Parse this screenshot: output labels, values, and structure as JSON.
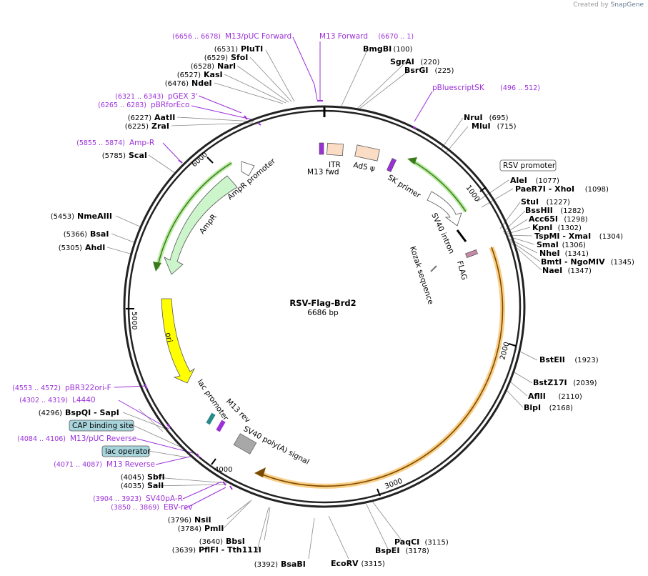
{
  "watermark": {
    "prefix": "Created by",
    "brand": "SnapGene"
  },
  "plasmid": {
    "name": "RSV-Flag-Brd2",
    "size": "6686 bp",
    "length": 6686
  },
  "ticks": [
    "1000",
    "2000",
    "3000",
    "4000",
    "5000",
    "6000"
  ],
  "enzymes": [
    {
      "name": "PluTI",
      "pos": "(6531)",
      "site": 6531
    },
    {
      "name": "SfoI",
      "pos": "(6529)",
      "site": 6529
    },
    {
      "name": "NarI",
      "pos": "(6528)",
      "site": 6528
    },
    {
      "name": "KasI",
      "pos": "(6527)",
      "site": 6527
    },
    {
      "name": "NdeI",
      "pos": "(6476)",
      "site": 6476
    },
    {
      "name": "AatII",
      "pos": "(6227)",
      "site": 6227
    },
    {
      "name": "ZraI",
      "pos": "(6225)",
      "site": 6225
    },
    {
      "name": "ScaI",
      "pos": "(5785)",
      "site": 5785
    },
    {
      "name": "NmeAIII",
      "pos": "(5453)",
      "site": 5453
    },
    {
      "name": "BsaI",
      "pos": "(5366)",
      "site": 5366
    },
    {
      "name": "AhdI",
      "pos": "(5305)",
      "site": 5305
    },
    {
      "name": "BspQI - SapI",
      "pos": "(4296)",
      "site": 4296
    },
    {
      "name": "SbfI",
      "pos": "(4045)",
      "site": 4045
    },
    {
      "name": "SalI",
      "pos": "(4035)",
      "site": 4035
    },
    {
      "name": "NsiI",
      "pos": "(3796)",
      "site": 3796
    },
    {
      "name": "PmlI",
      "pos": "(3784)",
      "site": 3784
    },
    {
      "name": "BbsI",
      "pos": "(3640)",
      "site": 3640
    },
    {
      "name": "PflFI - Tth111I",
      "pos": "(3639)",
      "site": 3639
    },
    {
      "name": "BsaBI",
      "pos": "(3392)",
      "site": 3392
    },
    {
      "name": "EcoRV",
      "pos": "(3315)",
      "site": 3315
    },
    {
      "name": "PaqCI",
      "pos": "(3115)",
      "site": 3115
    },
    {
      "name": "BspEI",
      "pos": "(3178)",
      "site": 3178
    },
    {
      "name": "BlpI",
      "pos": "(2168)",
      "site": 2168
    },
    {
      "name": "AflII",
      "pos": "(2110)",
      "site": 2110
    },
    {
      "name": "BstZ17I",
      "pos": "(2039)",
      "site": 2039
    },
    {
      "name": "BstEII",
      "pos": "(1923)",
      "site": 1923
    },
    {
      "name": "NaeI",
      "pos": "(1347)",
      "site": 1347
    },
    {
      "name": "BmtI - NgoMIV",
      "pos": "(1345)",
      "site": 1345
    },
    {
      "name": "NheI",
      "pos": "(1341)",
      "site": 1341
    },
    {
      "name": "SmaI",
      "pos": "(1306)",
      "site": 1306
    },
    {
      "name": "TspMI - XmaI",
      "pos": "(1304)",
      "site": 1304
    },
    {
      "name": "KpnI",
      "pos": "(1302)",
      "site": 1302
    },
    {
      "name": "Acc65I",
      "pos": "(1298)",
      "site": 1298
    },
    {
      "name": "BssHII",
      "pos": "(1282)",
      "site": 1282
    },
    {
      "name": "StuI",
      "pos": "(1227)",
      "site": 1227
    },
    {
      "name": "PaeR7I - XhoI",
      "pos": "(1098)",
      "site": 1098
    },
    {
      "name": "AleI",
      "pos": "(1077)",
      "site": 1077
    },
    {
      "name": "NruI",
      "pos": "(695)",
      "site": 695
    },
    {
      "name": "MluI",
      "pos": "(715)",
      "site": 715
    },
    {
      "name": "BmgBI",
      "pos": "(100)",
      "site": 100
    },
    {
      "name": "SgrAI",
      "pos": "(220)",
      "site": 220
    },
    {
      "name": "BsrGI",
      "pos": "(225)",
      "site": 225
    }
  ],
  "primers": [
    {
      "name": "M13/pUC Forward",
      "pos": "(6656 .. 6678)"
    },
    {
      "name": "M13 Forward",
      "pos": "(6670 .. 1)"
    },
    {
      "name": "pBluescriptSK",
      "pos": "(496 .. 512)"
    },
    {
      "name": "pGEX 3'",
      "pos": "(6321 .. 6343)"
    },
    {
      "name": "pBRforEco",
      "pos": "(6265 .. 6283)"
    },
    {
      "name": "Amp-R",
      "pos": "(5855 .. 5874)"
    },
    {
      "name": "pBR322ori-F",
      "pos": "(4553 .. 4572)"
    },
    {
      "name": "L4440",
      "pos": "(4302 .. 4319)"
    },
    {
      "name": "M13/pUC Reverse",
      "pos": "(4084 .. 4106)"
    },
    {
      "name": "M13 Reverse",
      "pos": "(4071 .. 4087)"
    },
    {
      "name": "SV40pA-R",
      "pos": "(3904 .. 3923)"
    },
    {
      "name": "EBV-rev",
      "pos": "(3850 .. 3869)"
    }
  ],
  "boxed_features": [
    "RSV promoter",
    "CAP binding site",
    "lac operator"
  ],
  "features": [
    "ITR",
    "M13 fwd",
    "Ad5 ψ",
    "SK primer",
    "SV40 intron",
    "FLAG",
    "Kozak sequence",
    "AmpR promoter",
    "AmpR",
    "ori",
    "lac promoter",
    "M13 rev",
    "SV40 poly(A) signal"
  ],
  "colors": {
    "primer": "#9b30d9",
    "ampr": "#ccf5cc",
    "ori": "#ffff00",
    "insert_arc": "#f5a623",
    "feature_box": "#a8d4dc",
    "itr": "#fbdcc4"
  }
}
